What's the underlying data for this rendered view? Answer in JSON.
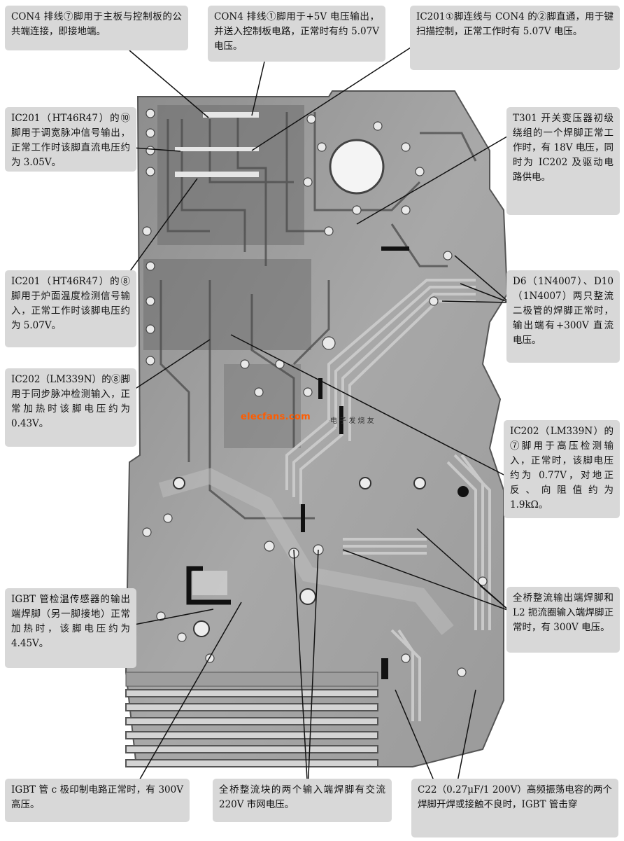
{
  "watermark": {
    "site": "elecfans.com",
    "tag": "电 子 发 烧 友"
  },
  "annotations": {
    "con4_pin7": "CON4 排线⑦脚用于主板与控制板的公共端连接，即接地端。",
    "con4_pin1": "CON4 排线①脚用于+5V 电压输出，并送入控制板电路，正常时有约 5.07V 电压。",
    "ic201_pin1": "IC201①脚连线与 CON4 的②脚直通，用于键扫描控制，正常工作时有 5.07V 电压。",
    "ic201_pin10": "IC201（HT46R47）的⑩脚用于调宽脉冲信号输出，正常工作时该脚直流电压约为 3.05V。",
    "t301": "T301 开关变压器初级绕组的一个焊脚正常工作时，有 18V 电压，同时为 IC202 及驱动电路供电。",
    "ic201_pin8": "IC201（HT46R47）的⑧脚用于炉面温度检测信号输入，正常工作时该脚电压约为 5.07V。",
    "d6_d10": "D6（1N4007）、D10（1N4007）两只整流二极管的焊脚正常时，输出端有+300V 直流电压。",
    "ic202_pin8": "IC202（LM339N）的⑧脚用于同步脉冲检测输入，正常加热时该脚电压约为 0.43V。",
    "ic202_pin7": "IC202（LM339N）的⑦脚用于高压检测输入，正常时，该脚电压约为 0.77V，对地正反、向阻值约为 1.9kΩ。",
    "igbt_sensor": "IGBT 管检温传感器的输出端焊脚（另一脚接地）正常加热时，该脚电压约为 4.45V。",
    "bridge_output": "全桥整流输出端焊脚和 L2 扼流圈输入端焊脚正常时，有 300V 电压。",
    "igbt_c": "IGBT 管 c 极印制电路正常时，有 300V 高压。",
    "bridge_input": "全桥整流块的两个输入端焊脚有交流 220V 市网电压。",
    "c22": "C22（0.27μF/1 200V）高频振荡电容的两个焊脚开焊或接触不良时，IGBT 管击穿"
  }
}
